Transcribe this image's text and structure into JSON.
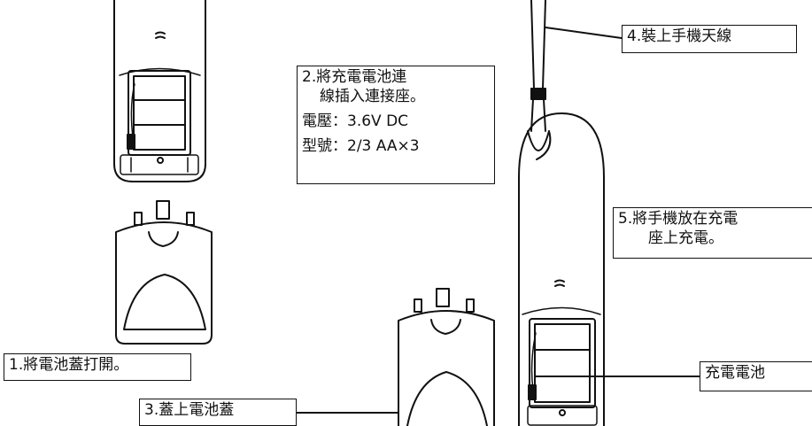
{
  "steps": {
    "step1": "1.將電池蓋打開。",
    "step2": {
      "line1": "2.將充電電池連",
      "line2": "線插入連接座。",
      "voltage": "電壓：3.6V DC",
      "model": "型號：2/3 AA×3"
    },
    "step3": "3.蓋上電池蓋",
    "step4": "4.裝上手機天線",
    "step5": {
      "line1": "5.將手機放在充電",
      "line2": "座上充電。"
    }
  },
  "labels": {
    "battery": "充電電池"
  }
}
